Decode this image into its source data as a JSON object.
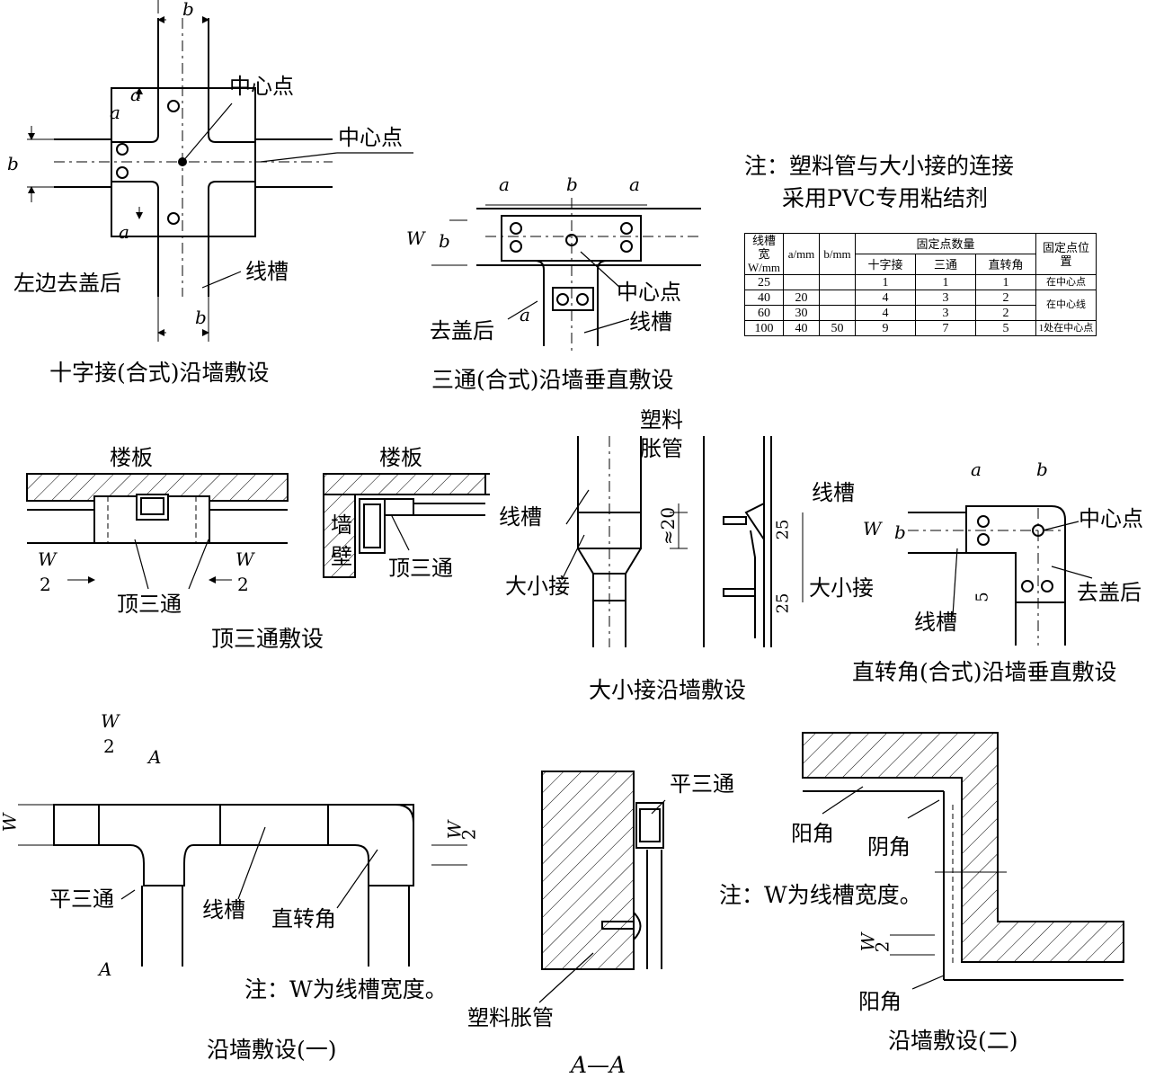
{
  "labels": {
    "b": "b",
    "a": "a",
    "W": "W",
    "center_point": "中心点",
    "after_cover_removed_left": "左边去盖后",
    "trunking": "线槽",
    "after_cover_removed": "去盖后",
    "floor_slab": "楼板",
    "top_tee": "顶三通",
    "wall": "墙壁",
    "wall_top": "墙",
    "wall_bottom": "壁",
    "plastic_anchor": "塑料胀管",
    "plastic_anchor_line1": "塑料",
    "plastic_anchor_line2": "胀管",
    "reducer": "大小接",
    "approx_20": "≈20",
    "dim_25": "25",
    "dim_5": "5",
    "w_over_2_num": "W",
    "w_over_2_den": "2",
    "flat_tee": "平三通",
    "right_angle": "直转角",
    "section_A": "A",
    "outside_corner": "阳角",
    "inside_corner": "阴角"
  },
  "captions": {
    "cross": "十字接(合式)沿墙敷设",
    "tee_vertical": "三通(合式)沿墙垂直敷设",
    "top_tee": "顶三通敷设",
    "reducer": "大小接沿墙敷设",
    "corner": "直转角(合式)沿墙垂直敷设",
    "wall_1": "沿墙敷设(一)",
    "section_aa": "A—A",
    "wall_2": "沿墙敷设(二)"
  },
  "notes": {
    "pvc_line1": "注：塑料管与大小接的连接",
    "pvc_line2": "采用PVC专用粘结剂",
    "width_note_1": "注：W为线槽宽度。",
    "width_note_2": "注：W为线槽宽度。"
  },
  "table": {
    "headers": {
      "width": "线槽宽W/mm",
      "a": "a/mm",
      "b": "b/mm",
      "count": "固定点数量",
      "position": "固定点位置",
      "cross": "十字接",
      "tee": "三通",
      "corner": "直转角"
    },
    "rows": [
      {
        "w": "25",
        "a": "",
        "b": "",
        "cross": "1",
        "tee": "1",
        "corner": "1",
        "pos": "在中心点"
      },
      {
        "w": "40",
        "a": "20",
        "b": "",
        "cross": "4",
        "tee": "3",
        "corner": "2",
        "pos": "在中心线"
      },
      {
        "w": "60",
        "a": "30",
        "b": "",
        "cross": "4",
        "tee": "3",
        "corner": "2",
        "pos": ""
      },
      {
        "w": "100",
        "a": "40",
        "b": "50",
        "cross": "9",
        "tee": "7",
        "corner": "5",
        "pos": "1处在中心点"
      }
    ]
  }
}
